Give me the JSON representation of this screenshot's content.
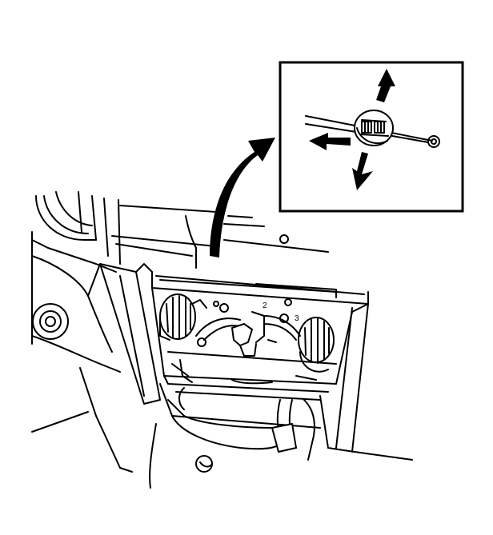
{
  "diagram": {
    "type": "line-art-service-illustration",
    "background_color": "#ffffff",
    "line_color": "#000000",
    "main_view": {
      "parts": [
        "dashboard-center-console",
        "hvac-control-panel",
        "left-control-knob",
        "right-control-knob",
        "left-air-vent",
        "cable-assembly",
        "lower-console-bracket"
      ]
    },
    "detail_inset": {
      "parts": [
        "cable-end-clip",
        "cable-wire",
        "cable-end-loop"
      ],
      "arrows": [
        "up-arrow",
        "down-arrow",
        "left-arrow"
      ]
    },
    "callout_arrow": "curved-callout-arrow",
    "small_labels": {
      "label_2": "2",
      "label_3": "3"
    }
  }
}
